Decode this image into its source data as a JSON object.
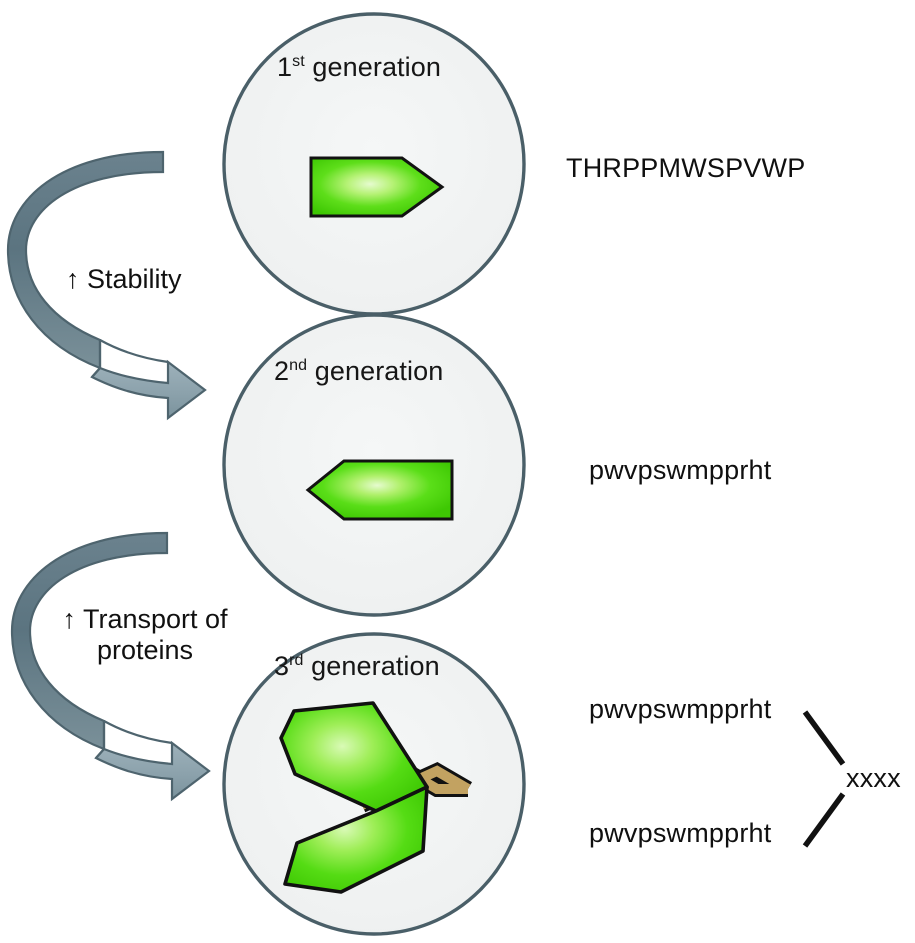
{
  "figure": {
    "type": "diagram",
    "description": "Three-generation peptide development schematic",
    "colors": {
      "circle_fill": "#f0f2f2",
      "circle_stroke": "#4a5f68",
      "peptide_green": "#44d109",
      "peptide_green_light": "#cdf7a8",
      "peptide_outline": "#111111",
      "linker_tan": "#c2a261",
      "arrow_dark": "#5b7480",
      "arrow_light": "#91a7b0",
      "text": "#111111"
    }
  },
  "generations": [
    {
      "id": "generation-1",
      "label_number": "1",
      "label_ordinal": "st",
      "label_suffix": " generation",
      "sequence": "THRPPMWSPVWP",
      "peptide_direction": "right",
      "peptide_count": 1
    },
    {
      "id": "generation-2",
      "label_number": "2",
      "label_ordinal": "nd",
      "label_suffix": " generation",
      "sequence": "pwvpswmpprht",
      "peptide_direction": "left",
      "peptide_count": 1
    },
    {
      "id": "generation-3",
      "label_number": "3",
      "label_ordinal": "rd",
      "label_suffix": " generation",
      "sequence_top": "pwvpswmpprht",
      "sequence_bottom": "pwvpswmpprht",
      "linker_label": "xxxx",
      "peptide_direction": "dimer",
      "peptide_count": 2
    }
  ],
  "transitions": [
    {
      "id": "transition-stability",
      "arrow_symbol": "↑",
      "label": "Stability",
      "label_line2": ""
    },
    {
      "id": "transition-transport",
      "arrow_symbol": "↑",
      "label": "Transport of",
      "label_line2": "proteins"
    }
  ]
}
